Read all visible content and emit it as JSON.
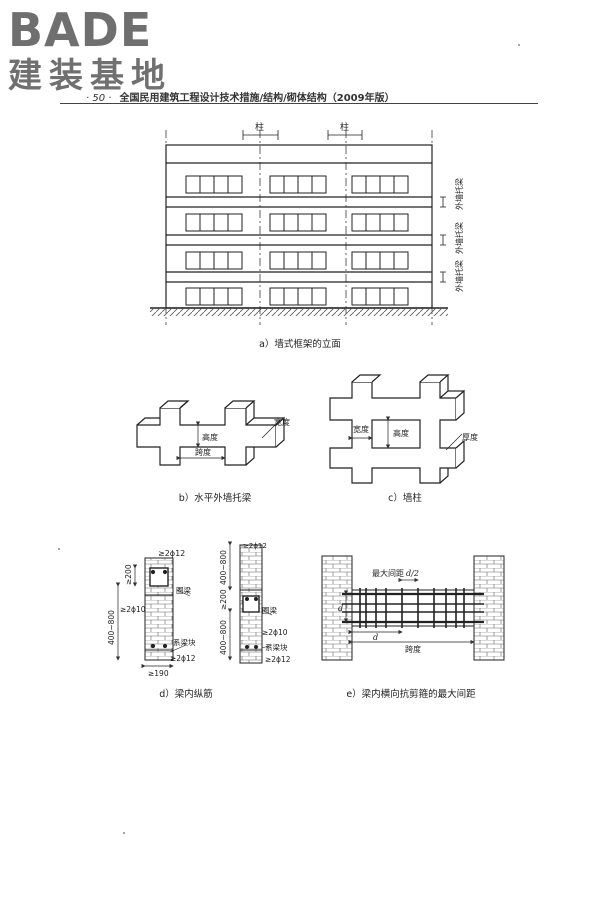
{
  "logo": {
    "word": "BADE",
    "subtitle": "建装基地"
  },
  "running_header": {
    "page": "· 50 ·",
    "title": "全国民用建筑工程设计技术措施/结构/砌体结构（2009年版）"
  },
  "figures": {
    "a": {
      "caption": "a）墙式框架的立面",
      "column_label": "柱",
      "beam_labels": [
        "外墙托梁",
        "外墙托梁",
        "外墙托梁"
      ]
    },
    "b": {
      "caption": "b）水平外墙托梁",
      "width_label": "宽度",
      "height_label": "高度",
      "span_label": "跨度"
    },
    "c": {
      "caption": "c）墙柱",
      "width_label": "宽度",
      "height_label": "高度",
      "thickness_label": "厚度"
    },
    "d": {
      "caption": "d）梁内纵筋",
      "dim_top": "≥200",
      "dim_middle": "400~800",
      "dim_bottom_width": "≥190",
      "rebar_top": "≥2ϕ12",
      "rebar_side": "≥2ϕ10",
      "rebar_bottom": "≥2ϕ12",
      "ring_beam": "圈梁",
      "tie_block": "系梁块",
      "right_dim_top": "400~800",
      "right_dim_mid": "≥200",
      "right_dim_low": "400~800"
    },
    "e": {
      "caption": "e）梁内横向抗剪箍的最大间距",
      "max_spacing": "最大间距",
      "d_over_2": "d/2",
      "d_label": "d",
      "span_label": "跨度"
    }
  }
}
